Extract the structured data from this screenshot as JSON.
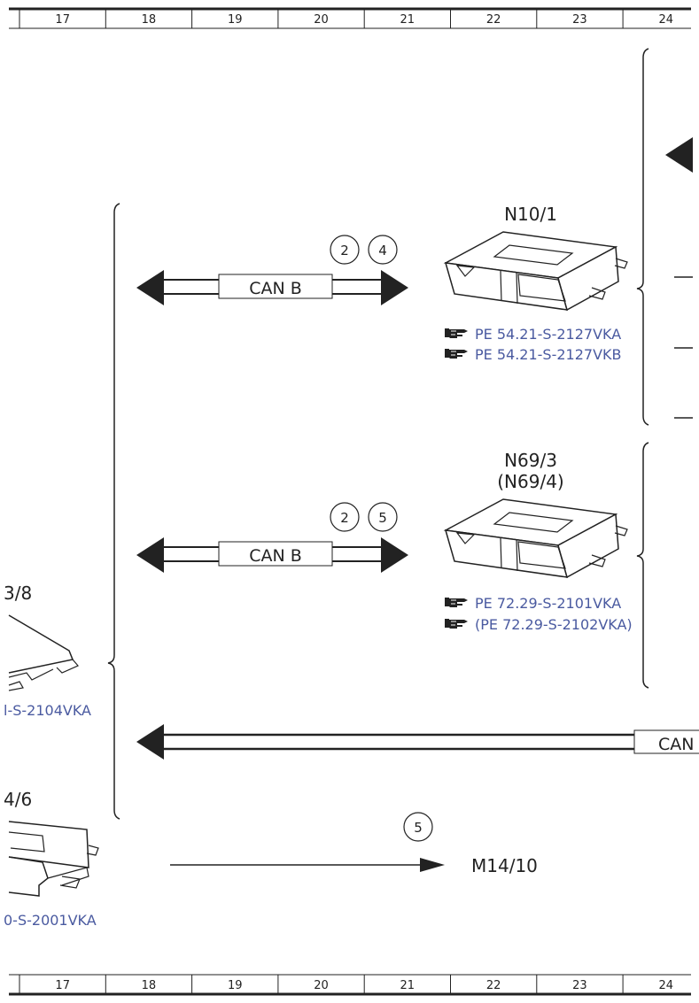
{
  "grid": {
    "columns": [
      "17",
      "18",
      "19",
      "20",
      "21",
      "22",
      "23",
      "24"
    ]
  },
  "components": {
    "n10_1": {
      "name": "N10/1",
      "refs": [
        "PE 54.21-S-2127VKA",
        "PE 54.21-S-2127VKB"
      ],
      "circles": [
        "2",
        "4"
      ],
      "bus_label": "CAN B"
    },
    "n69_3": {
      "name": "N69/3",
      "alt_name": "(N69/4)",
      "refs": [
        "PE 72.29-S-2101VKA",
        "(PE 72.29-S-2102VKA)"
      ],
      "circles": [
        "2",
        "5"
      ],
      "bus_label": "CAN B"
    },
    "left_upper": {
      "name_fragment": "3/8",
      "ref_fragment": "l-S-2104VKA"
    },
    "left_lower": {
      "name_fragment": "4/6",
      "ref_fragment": "0-S-2001VKA"
    },
    "long_bus": {
      "label_fragment": "CAN"
    },
    "m14_10": {
      "name": "M14/10",
      "circle": "5"
    }
  },
  "colors": {
    "line": "#222222",
    "reference_text": "#4a5aa0",
    "background": "#ffffff"
  },
  "icons": {
    "reference": "pointing-hand-icon"
  }
}
